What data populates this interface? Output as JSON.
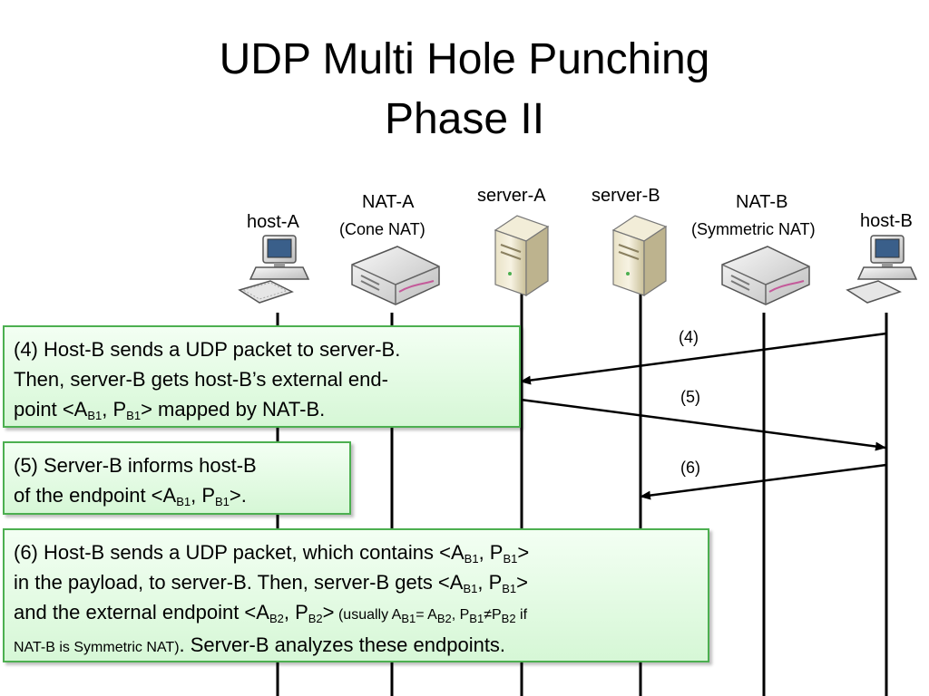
{
  "title": {
    "line1": "UDP Multi Hole Punching",
    "line2": "Phase II"
  },
  "nodes": {
    "host_a": "host-A",
    "nat_a": "NAT-A",
    "nat_a_type": "(Cone NAT)",
    "server_a": "server-A",
    "server_b": "server-B",
    "nat_b": "NAT-B",
    "nat_b_type": "(Symmetric NAT)",
    "host_b": "host-B"
  },
  "steps": {
    "s4": "(4)",
    "s5": "(5)",
    "s6": "(6)"
  },
  "box4": {
    "line1": "(4) Host-B sends a UDP packet to server-B.",
    "line2": "Then, server-B gets host-B’s external end-",
    "line3_pre": "point <A",
    "sub_b1": "B1",
    "comma_p": ", P",
    "line3_post": "> mapped by NAT-B."
  },
  "box5": {
    "line1": "(5) Server-B informs host-B",
    "line2_pre": "of  the endpoint <A",
    "sub_b1": "B1",
    "comma_p": ", P",
    "line2_post": ">."
  },
  "box6": {
    "l1_pre": "(6) Host-B sends a UDP packet, which contains <A",
    "l1_post": ">",
    "l2_pre": "in the payload, to server-B. Then, server-B gets <A",
    "l2_post": ">",
    "l3_pre": "and the external endpoint <A",
    "l3_post": ">",
    "note_pre": " (usually A",
    "note_eq": "= A",
    "note_ne": "≠P",
    "note_if": " if",
    "l4_small": "NAT-B is Symmetric NAT)",
    "l4_main": ". Server-B analyzes these endpoints.",
    "sub_b1": "B1",
    "sub_b2": "B2",
    "comma_p": ", P",
    "comma": ", "
  }
}
